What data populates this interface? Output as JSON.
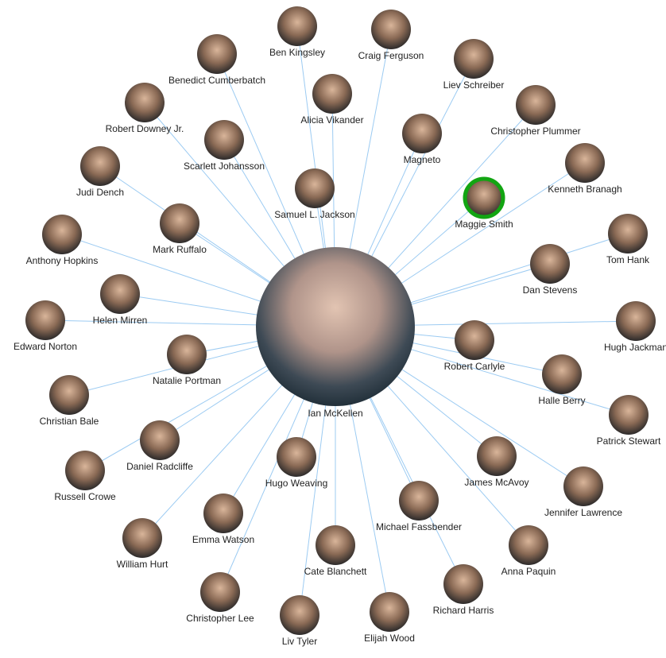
{
  "center": {
    "name": "Ian McKellen"
  },
  "nodes": [
    {
      "name": "Ben Kingsley"
    },
    {
      "name": "Craig Ferguson"
    },
    {
      "name": "Benedict Cumberbatch"
    },
    {
      "name": "Liev Schreiber"
    },
    {
      "name": "Alicia Vikander"
    },
    {
      "name": "Robert Downey Jr."
    },
    {
      "name": "Christopher Plummer"
    },
    {
      "name": "Scarlett Johansson"
    },
    {
      "name": "Magneto"
    },
    {
      "name": "Judi Dench"
    },
    {
      "name": "Kenneth Branagh"
    },
    {
      "name": "Samuel L. Jackson"
    },
    {
      "name": "Maggie Smith",
      "highlighted": true
    },
    {
      "name": "Mark Ruffalo"
    },
    {
      "name": "Anthony Hopkins"
    },
    {
      "name": "Tom Hank"
    },
    {
      "name": "Dan Stevens"
    },
    {
      "name": "Helen Mirren"
    },
    {
      "name": "Edward Norton"
    },
    {
      "name": "Hugh Jackman"
    },
    {
      "name": "Robert Carlyle"
    },
    {
      "name": "Natalie Portman"
    },
    {
      "name": "Halle Berry"
    },
    {
      "name": "Christian Bale"
    },
    {
      "name": "Patrick Stewart"
    },
    {
      "name": "Daniel Radcliffe"
    },
    {
      "name": "Hugo Weaving"
    },
    {
      "name": "James McAvoy"
    },
    {
      "name": "Russell Crowe"
    },
    {
      "name": "Jennifer Lawrence"
    },
    {
      "name": "Michael Fassbender"
    },
    {
      "name": "Emma Watson"
    },
    {
      "name": "William Hurt"
    },
    {
      "name": "Anna Paquin"
    },
    {
      "name": "Cate Blanchett"
    },
    {
      "name": "Richard Harris"
    },
    {
      "name": "Christopher Lee"
    },
    {
      "name": "Elijah Wood"
    },
    {
      "name": "Liv Tyler"
    }
  ],
  "colors": {
    "edge": "#9ccbf2",
    "highlight": "#12a512",
    "label": "#222222"
  }
}
